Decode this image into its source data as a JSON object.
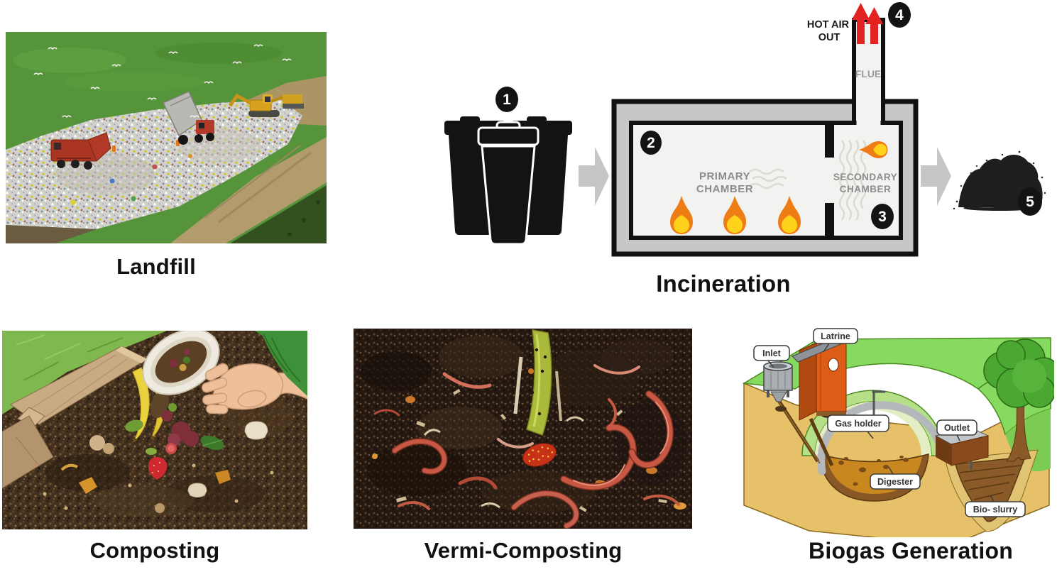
{
  "page": {
    "background": "#ffffff"
  },
  "sections": {
    "landfill": {
      "label": "Landfill",
      "photo": "landfill-photo"
    },
    "incineration": {
      "label": "Incineration",
      "steps": [
        "1",
        "2",
        "3",
        "4",
        "5"
      ],
      "hot_air_line1": "HOT AIR",
      "hot_air_line2": "OUT",
      "flue": "FLUE",
      "primary_chamber_line1": "PRIMARY",
      "primary_chamber_line2": "CHAMBER",
      "secondary_chamber_line1": "SECONDARY",
      "secondary_chamber_line2": "CHAMBER"
    },
    "composting": {
      "label": "Composting",
      "photo": "composting-photo"
    },
    "vermi_composting": {
      "label": "Vermi-Composting",
      "photo": "vermi-composting-photo"
    },
    "biogas": {
      "label": "Biogas Generation",
      "annotations": {
        "inlet": "Inlet",
        "latrine": "Latrine",
        "gas_holder": "Gas holder",
        "outlet": "Outlet",
        "digester": "Digester",
        "bio_slurry": "Bio- slurry"
      }
    }
  },
  "colors": {
    "hot_air_arrow": "#e32222",
    "casing_gray": "#c7c7c5",
    "chamber_text": "#8c8c8c",
    "caption_text": "#111111",
    "flame_orange": "#ef7d15",
    "flame_yellow": "#ffd21c"
  }
}
